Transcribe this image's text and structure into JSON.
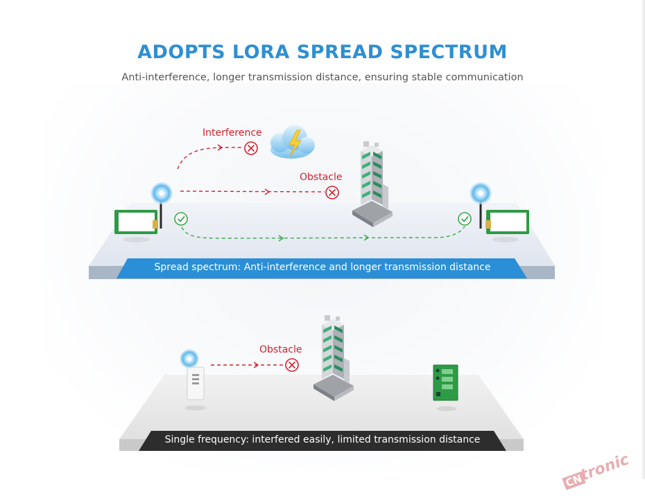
{
  "header": {
    "title": "ADOPTS LORA SPREAD SPECTRUM",
    "subtitle": "Anti-interference, longer transmission distance, ensuring stable communication"
  },
  "scene_spread": {
    "interference_label": "Interference",
    "obstacle_label": "Obstacle",
    "banner": "Spread spectrum: Anti-interference and longer transmission distance"
  },
  "scene_single": {
    "obstacle_label": "Obstacle",
    "banner": "Single frequency: interfered easily, limited transmission distance"
  },
  "watermark": {
    "prefix": "CN",
    "suffix": "tronic"
  },
  "colors": {
    "title": "#2e8fd2",
    "blocked_path": "#d4202c",
    "success_path": "#3aa84a",
    "banner_blue": "#2a8fd6",
    "banner_dark": "#2d2d2d",
    "pcb_green": "#2e9a46"
  }
}
